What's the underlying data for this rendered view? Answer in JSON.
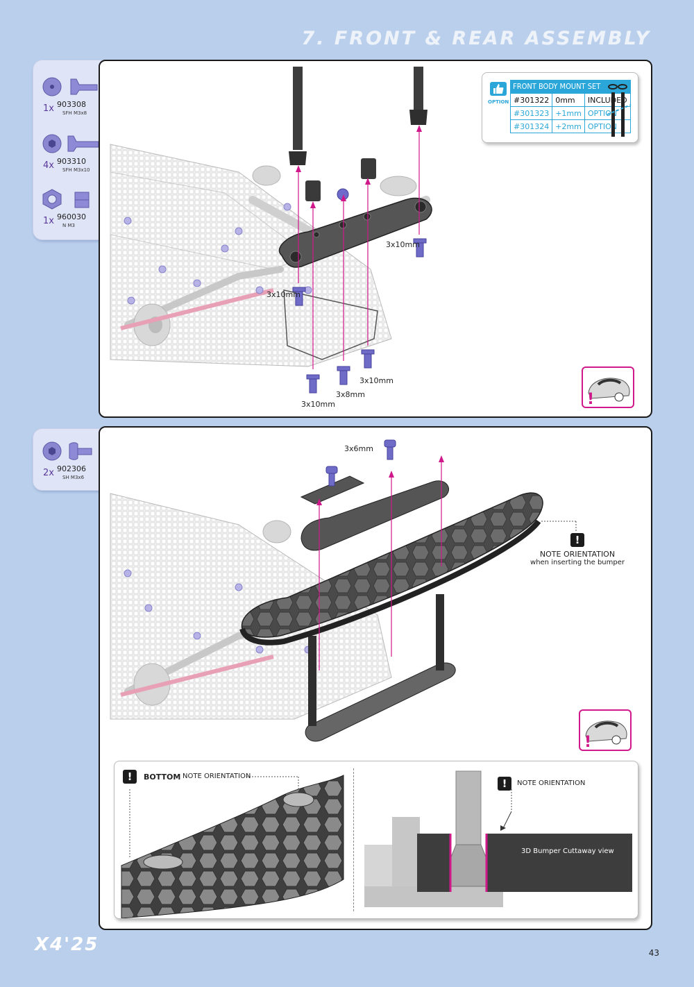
{
  "section_title": "7. FRONT & REAR ASSEMBLY",
  "footer": {
    "logo": "X4'25",
    "page_number": "43"
  },
  "step1": {
    "parts": [
      {
        "qty": "1x",
        "code": "903308",
        "desc": "SFH M3x8"
      },
      {
        "qty": "4x",
        "code": "903310",
        "desc": "SFH M3x10"
      },
      {
        "qty": "1x",
        "code": "960030",
        "desc": "N M3"
      }
    ],
    "callouts": [
      "3x10mm",
      "3x10mm",
      "3x10mm",
      "3x8mm",
      "3x10mm"
    ],
    "option": {
      "badge": "OPTION",
      "title": "FRONT BODY MOUNT SET",
      "rows": [
        {
          "code": "#301322",
          "size": "0mm",
          "status": "INCLUDED"
        },
        {
          "code": "#301323",
          "size": "+1mm",
          "status": "OPTION"
        },
        {
          "code": "#301324",
          "size": "+2mm",
          "status": "OPTION"
        }
      ]
    }
  },
  "step2": {
    "parts": [
      {
        "qty": "2x",
        "code": "902306",
        "desc": "SH M3x6"
      }
    ],
    "callouts": [
      "3x6mm"
    ],
    "note": {
      "title": "NOTE ORIENTATION",
      "subtitle": "when inserting the bumper"
    },
    "inset_left": {
      "bottom_label": "BOTTOM",
      "note": "NOTE ORIENTATION"
    },
    "inset_right": {
      "note": "NOTE ORIENTATION",
      "cutaway": "3D Bumper Cuttaway view"
    }
  }
}
